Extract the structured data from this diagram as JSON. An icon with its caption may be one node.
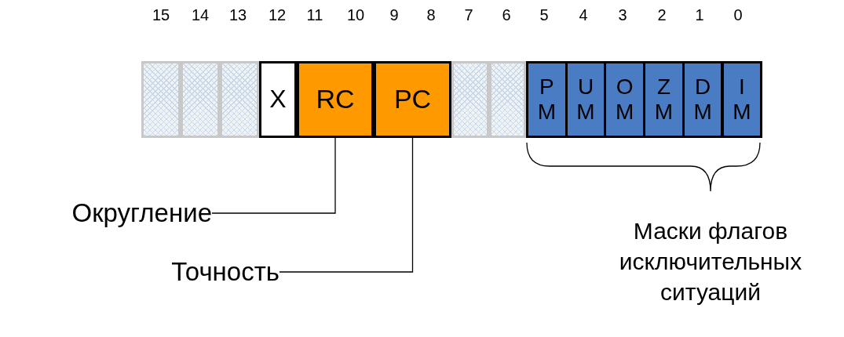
{
  "diagram": {
    "nodes": [
      {
        "text": [],
        "shape": "box"
      },
      {
        "text": [],
        "shape": "box"
      },
      {
        "text": [],
        "shape": "box"
      },
      {
        "text": [
          "X"
        ]
      },
      {
        "text": [
          "RC"
        ]
      },
      {
        "text": [
          "PC"
        ]
      },
      {
        "text": [],
        "shape": "box"
      },
      {
        "text": [],
        "shape": "box"
      },
      {
        "text": [
          "P M"
        ]
      },
      {
        "text": [
          "U M"
        ]
      },
      {
        "text": [
          "O M"
        ]
      },
      {
        "text": [
          "Z M"
        ]
      },
      {
        "text": [
          "D M"
        ]
      },
      {
        "text": [
          "I M"
        ]
      },
      {
        "text": [
          "Округление"
        ]
      },
      {
        "text": [
          "Точность"
        ]
      }
    ],
    "edges": [
      {
        "from": 14,
        "to": 4,
        "arrow": "none"
      },
      {
        "from": 15,
        "to": 5,
        "arrow": "none"
      }
    ],
    "labels": [
      "15",
      "14",
      "13",
      "12",
      "11",
      "10",
      "9",
      "8",
      "7",
      "6",
      "5",
      "4",
      "3",
      "2",
      "1",
      "0",
      "Маски флагов исключительных ситуаций"
    ]
  }
}
